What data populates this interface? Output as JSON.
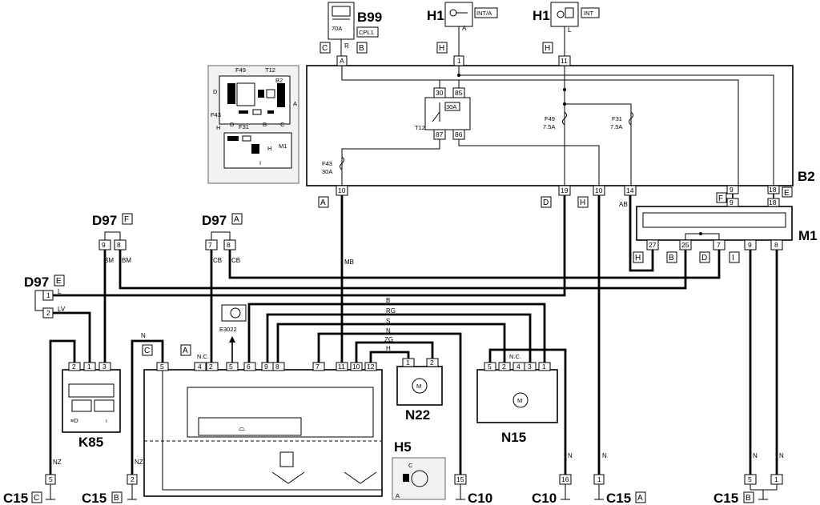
{
  "components": {
    "b99": "B99",
    "cpl1": "CPL1",
    "fuse70": "70A",
    "h1a": "H1",
    "h1a_tag": "INT/A",
    "h1b": "H1",
    "h1b_tag": "INT",
    "b2": "B2",
    "m1": "M1",
    "k85": "K85",
    "n22": "N22",
    "n15": "N15",
    "h5": "H5",
    "e3022": "E3022",
    "d97f": "D97",
    "d97a": "D97",
    "d97e": "D97",
    "t12": "T12",
    "relay30a": "30A",
    "f49": "F49",
    "f49v": "7.5A",
    "f31": "F31",
    "f31v": "7.5A",
    "f43": "F43",
    "f43v": "30A"
  },
  "connector_tags": {
    "C": "C",
    "B": "B",
    "H": "H",
    "A": "A",
    "D": "D",
    "F": "F",
    "E": "E",
    "I": "I"
  },
  "wire_colors": {
    "R": "R",
    "A": "A",
    "L": "L",
    "MB": "MB",
    "AB": "AB",
    "BM": "BM",
    "CB": "CB",
    "LV": "LV",
    "NZ": "NZ",
    "N": "N",
    "B": "B",
    "RG": "RG",
    "S": "S",
    "ZG": "ZG",
    "H": "H"
  },
  "inset": {
    "F49": "F49",
    "T12": "T12",
    "B2": "B2",
    "D": "D",
    "A": "A",
    "F43": "F43",
    "F31": "F31",
    "B": "B",
    "C": "C",
    "H": "H",
    "M1": "M1",
    "I": "I"
  },
  "grounds": {
    "c15c": "C15",
    "c15b1": "C15",
    "c10a": "C10",
    "c10b": "C10",
    "c15a": "C15",
    "c15b2": "C15"
  },
  "pins": {
    "p_a": "A",
    "p_1": "1",
    "p_11": "11",
    "p_30": "30",
    "p_85": "85",
    "p_87": "87",
    "p_86": "86",
    "p_10": "10",
    "p_19": "19",
    "p_10b": "10",
    "p_14": "14",
    "p_9": "9",
    "p_18": "18",
    "p_9m": "9",
    "p_18m": "18",
    "p_27": "27",
    "p_25": "25",
    "p_7m": "7",
    "p_9b": "9",
    "p_8b": "8",
    "d97f_9": "9",
    "d97f_8": "8",
    "d97a_7": "7",
    "d97a_8": "8",
    "d97e_1": "1",
    "d97e_2": "2",
    "k85_2": "2",
    "k85_1": "1",
    "k85_3": "3",
    "sw_5": "5",
    "sw_nc": "N.C.",
    "sw_4": "4",
    "sw_2": "2",
    "sw_5b": "5",
    "sw_6": "6",
    "sw_9": "9",
    "sw_8": "8",
    "sw_7": "7",
    "sw_11": "11",
    "sw_10": "10",
    "sw_12": "12",
    "n22_1": "1",
    "n22_2": "2",
    "n15_5": "5",
    "n15_2": "2",
    "n15_nc": "N.C.",
    "n15_4": "4",
    "n15_3": "3",
    "n15_1": "1",
    "g_5": "5",
    "g_2": "2",
    "g_15": "15",
    "g_16": "16",
    "g_1": "1",
    "g_5b": "5",
    "g_1b": "1",
    "h5_c": "C",
    "h5_a": "A"
  }
}
